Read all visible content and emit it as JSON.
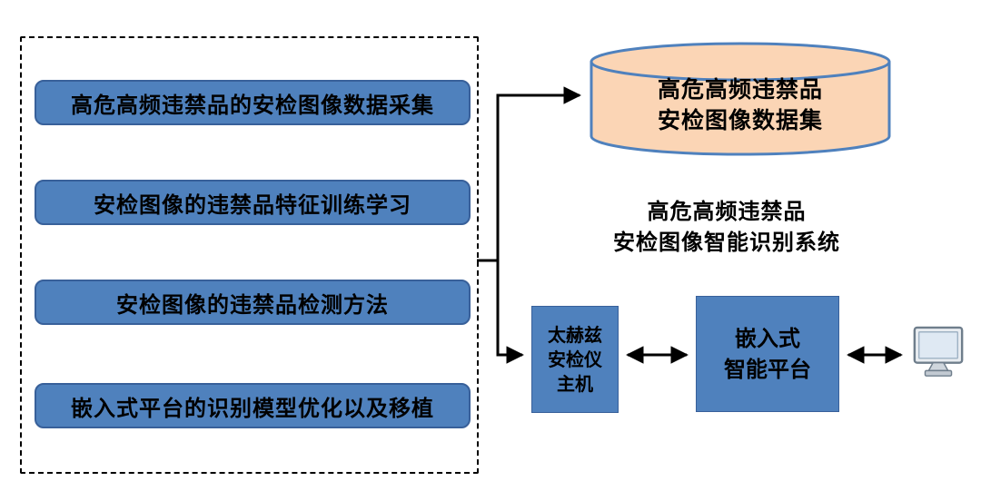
{
  "diagram": {
    "process_steps": [
      "高危高频违禁品的安检图像数据采集",
      "安检图像的违禁品特征训练学习",
      "安检图像的违禁品检测方法",
      "嵌入式平台的识别模型优化以及移植"
    ],
    "dataset_cylinder": {
      "line1": "高危高频违禁品",
      "line2": "安检图像数据集"
    },
    "system_title": {
      "line1": "高危高频违禁品",
      "line2": "安检图像智能识别系统"
    },
    "scanner_host": {
      "line1": "太赫兹",
      "line2": "安检仪",
      "line3": "主机"
    },
    "embedded_platform": {
      "line1": "嵌入式",
      "line2": "智能平台"
    },
    "icons": {
      "monitor": "computer-monitor-icon",
      "database": "database-cylinder-icon"
    },
    "colors": {
      "step_fill": "#4F81BD",
      "step_border": "#38609A",
      "cylinder_fill": "#FBD5B5",
      "cylinder_border": "#4F81BD",
      "connector": "#000000",
      "text": "#000000"
    }
  }
}
